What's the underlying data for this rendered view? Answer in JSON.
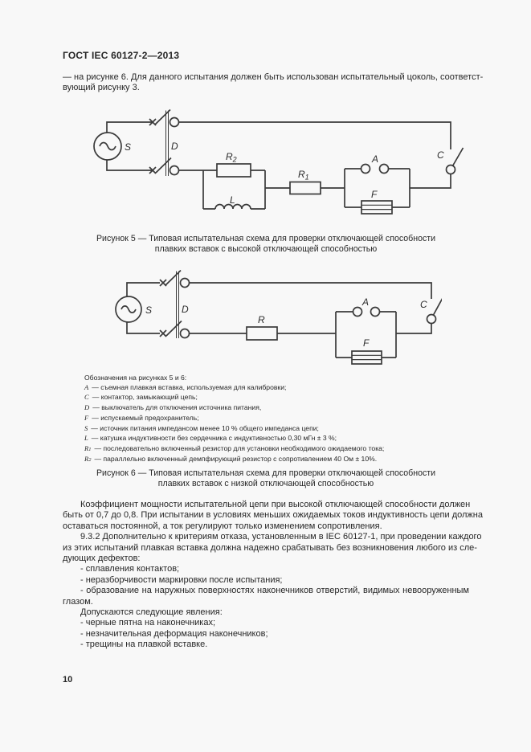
{
  "page": {
    "header": "ГОСТ IEC 60127-2—2013",
    "page_number": "10",
    "colors": {
      "background": "#f8f8f8",
      "text": "#262626",
      "diagram_line": "#3a3a3a"
    }
  },
  "content": {
    "intro_paragraphs": [
      {
        "indent": false,
        "lines": [
          "— на рисунке 6. Для данного испытания должен быть использован испытательный цоколь, соответст-",
          "вующий рисунку 3."
        ]
      }
    ],
    "fig5_caption": {
      "line1": "Рисунок 5 — Типовая испытательная схема для проверки отключающей способности",
      "line2": "плавких вставок с высокой отключающей способностью"
    },
    "fig6_caption": {
      "line1": "Рисунок 6 — Типовая испытательная схема для проверки отключающей способности",
      "line2": "плавких вставок с низкой отключающей способностью"
    },
    "legend": {
      "title": "Обозначения на рисунках 5 и 6:",
      "items": [
        {
          "symbol": "A",
          "sub": "",
          "text": "— съемная плавкая вставка, используемая для калибровки;"
        },
        {
          "symbol": "C",
          "sub": "",
          "text": "— контактор, замыкающий цепь;"
        },
        {
          "symbol": "D",
          "sub": "",
          "text": "— выключатель для отключения источника питания,"
        },
        {
          "symbol": "F",
          "sub": "",
          "text": "— испускаемый предохранитель;"
        },
        {
          "symbol": "S",
          "sub": "",
          "text": "— источник питания импедансом менее 10 % общего импеданса цепи;"
        },
        {
          "symbol": "L",
          "sub": "",
          "text": "— катушка индуктивности без сердечника с индуктивностью 0,30 мГн ± 3 %;"
        },
        {
          "symbol": "R",
          "sub": "1",
          "text": "— последовательно включенный резистор для установки необходимого ожидаемого тока;"
        },
        {
          "symbol": "R",
          "sub": "2",
          "text": "— параллельно включенный демпфирующий резистор с сопротивлением 40 Ом ± 10%."
        }
      ]
    },
    "body_paragraphs": [
      {
        "indent": true,
        "lines": [
          "Коэффициент мощности испытательной цепи при высокой отключающей способности должен",
          "быть от 0,7 до 0,8. При испытании в условиях меньших ожидаемых токов индуктивность цепи должна",
          "оставаться постоянной, а ток регулируют только изменением сопротивления."
        ]
      },
      {
        "indent": true,
        "lines": [
          "9.3.2 Дополнительно к критериям отказа, установленным в IEC 60127-1, при проведении каждого",
          "из этих испытаний плавкая вставка должна надежно срабатывать без возникновения любого из сле-",
          "дующих дефектов:"
        ]
      },
      {
        "indent": true,
        "lines": [
          "- сплавления контактов;"
        ]
      },
      {
        "indent": true,
        "lines": [
          "- неразборчивости маркировки после испытания;"
        ]
      },
      {
        "indent": true,
        "lines": [
          "- образование на наружных поверхностях наконечников отверстий, видимых невооруженным",
          "глазом."
        ]
      },
      {
        "indent": true,
        "lines": [
          "Допускаются следующие явления:"
        ]
      },
      {
        "indent": true,
        "lines": [
          "- черные пятна на наконечниках;"
        ]
      },
      {
        "indent": true,
        "lines": [
          "- незначительная деформация наконечников;"
        ]
      },
      {
        "indent": true,
        "lines": [
          "- трещины на плавкой вставке."
        ]
      }
    ]
  },
  "figures": {
    "fig5": {
      "labels": {
        "s": "S",
        "d": "D",
        "r2_base": "R",
        "r2_sub": "2",
        "l": "L",
        "r1_base": "R",
        "r1_sub": "1",
        "a": "A",
        "f": "F",
        "c": "C"
      }
    },
    "fig6": {
      "labels": {
        "s": "S",
        "d": "D",
        "r": "R",
        "a": "A",
        "f": "F",
        "c": "C"
      }
    }
  }
}
